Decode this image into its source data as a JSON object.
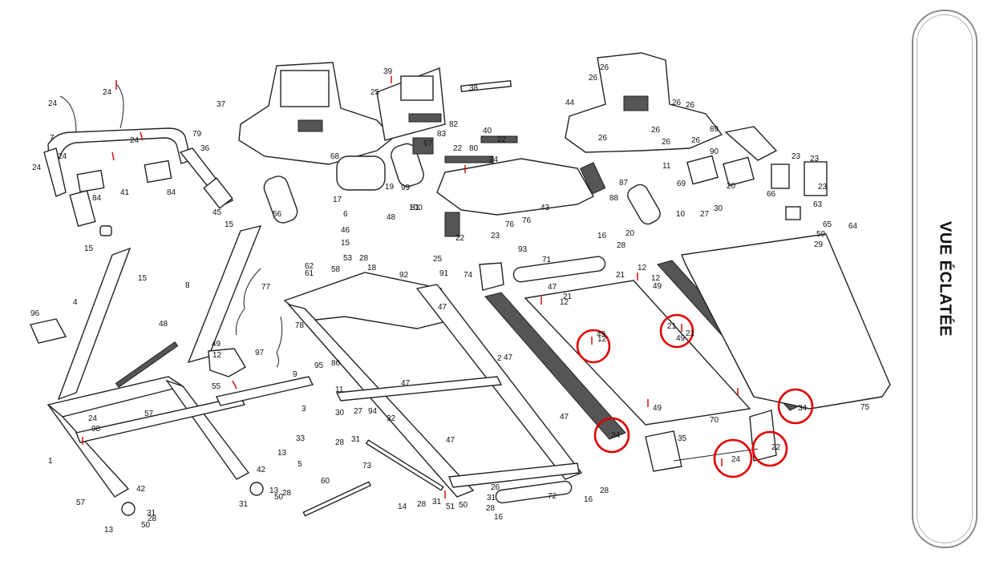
{
  "panel": {
    "title": "VUE ÉCLATÉE"
  },
  "callout_color": "#e00000",
  "labels": [
    "24",
    "24",
    "7",
    "24",
    "24",
    "24",
    "41",
    "84",
    "84",
    "79",
    "36",
    "37",
    "56",
    "68",
    "17",
    "19",
    "99",
    "6",
    "46",
    "48",
    "15",
    "53",
    "28",
    "18",
    "100",
    "81",
    "39",
    "25",
    "82",
    "83",
    "67",
    "40",
    "22",
    "80",
    "22",
    "38",
    "24",
    "22",
    "43",
    "76",
    "76",
    "23",
    "93",
    "26",
    "26",
    "44",
    "26",
    "26",
    "26",
    "26",
    "26",
    "89",
    "26",
    "90",
    "11",
    "69",
    "20",
    "23",
    "23",
    "66",
    "63",
    "23",
    "65",
    "87",
    "88",
    "20",
    "10",
    "27",
    "30",
    "59",
    "29",
    "64",
    "45",
    "15",
    "15",
    "8",
    "77",
    "4",
    "96",
    "15",
    "62",
    "58",
    "61",
    "92",
    "25",
    "91",
    "74",
    "71",
    "16",
    "28",
    "12",
    "21",
    "12",
    "49",
    "47",
    "48",
    "78",
    "97",
    "49",
    "12",
    "9",
    "95",
    "86",
    "55",
    "11",
    "3",
    "30",
    "27",
    "94",
    "32",
    "2",
    "47",
    "47",
    "21",
    "12",
    "49",
    "21",
    "49",
    "21",
    "12",
    "49",
    "34",
    "34",
    "70",
    "75",
    "35",
    "24",
    "22",
    "47",
    "47",
    "47",
    "1",
    "24",
    "98",
    "57",
    "42",
    "13",
    "50",
    "28",
    "31",
    "57",
    "42",
    "13",
    "31",
    "28",
    "50",
    "33",
    "28",
    "31",
    "13",
    "5",
    "60",
    "73",
    "14",
    "28",
    "31",
    "51",
    "50",
    "28",
    "31",
    "72",
    "26",
    "16",
    "28",
    "16"
  ]
}
